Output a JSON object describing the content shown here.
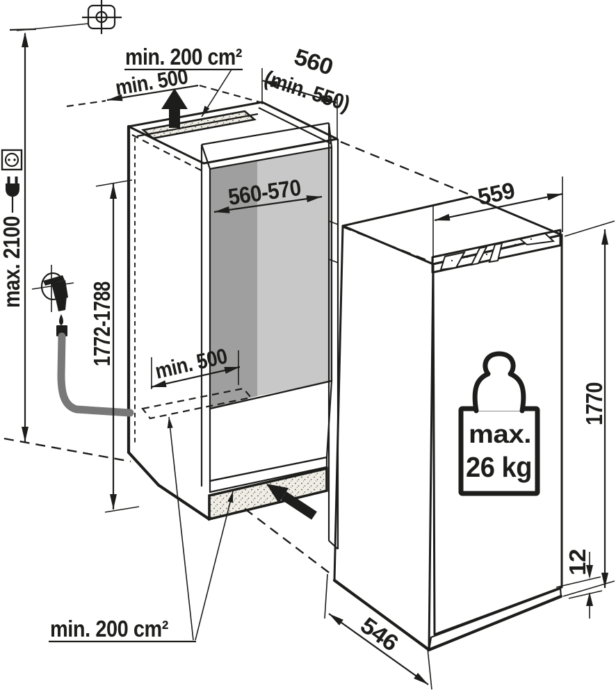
{
  "labels": {
    "top_vent": "min. 200 cm²",
    "top_clearance": "min. 500",
    "niche_depth": "560",
    "niche_depth_min": "(min. 550)",
    "niche_width": "560-570",
    "appliance_width": "559",
    "max_ceiling_height": "max. 2100",
    "niche_height": "1772-1788",
    "bottom_vent_distance": "min. 500",
    "appliance_height": "1770",
    "base_gap": "12",
    "appliance_depth": "546",
    "door_load_line1": "max.",
    "door_load_line2": "26 kg",
    "bottom_vent": "min. 200 cm²"
  },
  "icons": {
    "ceiling_anchor": "crosshair drill-mark in rounded square",
    "power_socket": "earthed wall socket symbol",
    "power_plug": "mains plug symbol",
    "water_tap": "water supply tap with crosshair and drip",
    "hose": "drain/supply hose routed into niche",
    "airflow_out": "black arrow, air out at niche top vent",
    "airflow_in": "black arrow, air in at plinth vent",
    "max_load_weight": "weight symbol printed on appliance door"
  },
  "colors": {
    "line": "#1d1d1b",
    "niche_back_wall_dark": "#9f9f9f",
    "niche_back_wall_light": "#c8c8c8",
    "niche_floor": "#b9b9b9",
    "hose": "#787878",
    "grille": "#d9d9d9",
    "vent_fill": "#f0ede5"
  }
}
